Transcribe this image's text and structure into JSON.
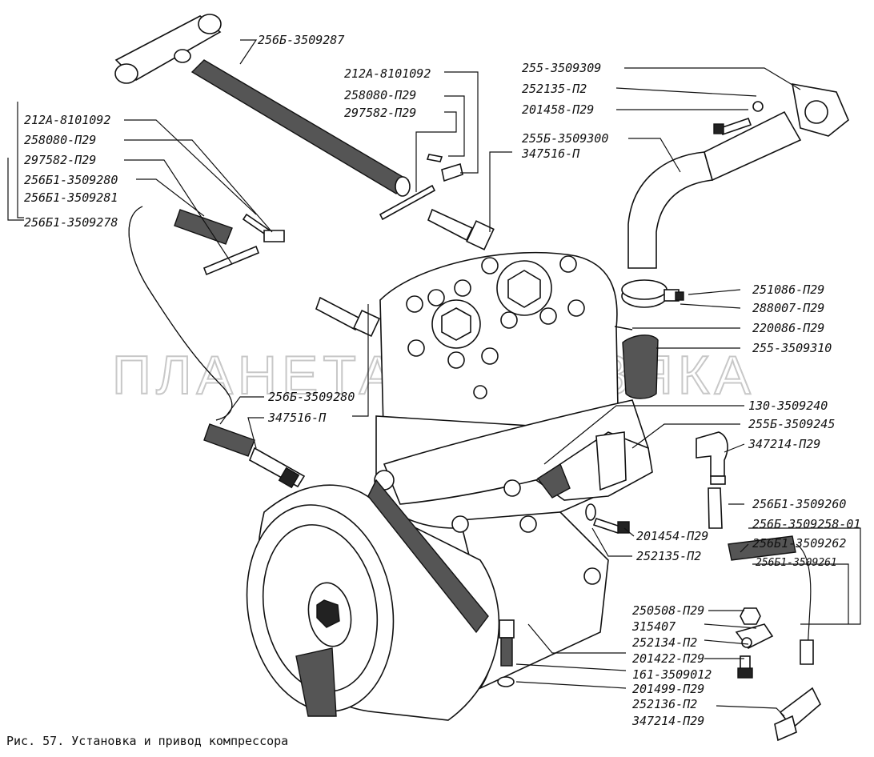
{
  "watermark": "ПЛАНЕТА ЖЕЛЕЗЯКА",
  "caption": "Рис. 57. Установка и привод  компрессора",
  "labels": {
    "l01": "256Б-3509287",
    "l02": "212А-8101092",
    "l03": "258080-П29",
    "l04": "297582-П29",
    "l05": "255-3509309",
    "l06": "252135-П2",
    "l07": "201458-П29",
    "l08": "255Б-3509300",
    "l09": "347516-П",
    "l10": "212А-8101092",
    "l11": "258080-П29",
    "l12": "297582-П29",
    "l13": "256Б1-3509280",
    "l14": "256Б1-3509281",
    "l15": "256Б1-3509278",
    "l16": "251086-П29",
    "l17": "288007-П29",
    "l18": "220086-П29",
    "l19": "255-3509310",
    "l20": "256Б-3509280",
    "l21": "347516-П",
    "l22": "130-3509240",
    "l23": "255Б-3509245",
    "l24": "347214-П29",
    "l25": "256Б1-3509260",
    "l26": "256Б-3509258-01",
    "l27": "256Б1-3509262",
    "l28": "256Б1-3509261",
    "l29": "201454-П29",
    "l30": "252135-П2",
    "l31": "250508-П29",
    "l32": "315407",
    "l33": "252134-П2",
    "l34": "201422-П29",
    "l35": "161-3509012",
    "l36": "201499-П29",
    "l37": "252136-П2",
    "l38": "347214-П29"
  }
}
